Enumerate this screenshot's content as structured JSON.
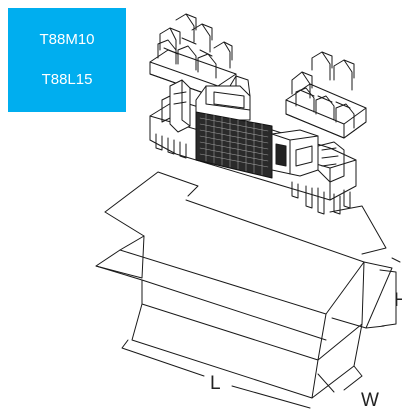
{
  "badge": {
    "models": [
      "T88M10",
      "T88L15"
    ],
    "background": "#00aeef",
    "text_color": "#ffffff"
  },
  "dimensions": {
    "length": "L",
    "width": "W",
    "height": "H"
  },
  "line_color": "#1a1a1a",
  "contents": {
    "top_insert_left": "foam-insert-icon",
    "top_insert_right": "foam-insert-icon",
    "printer": "printer-icon",
    "box": "cardboard-box-icon"
  }
}
